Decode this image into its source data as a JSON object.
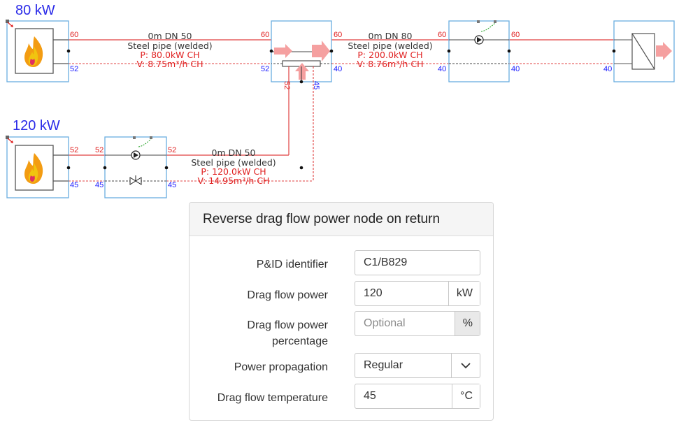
{
  "diagram": {
    "boiler1_power": "80 kW",
    "boiler2_power": "120 kW",
    "pipe1": {
      "length": "0m DN 50",
      "type": "Steel pipe (welded)",
      "power": "P: 80.0kW CH",
      "flow": "V: 8.75m³/h CH"
    },
    "pipe2": {
      "length": "0m DN 80",
      "type": "Steel pipe (welded)",
      "power": "P: 200.0kW CH",
      "flow": "V: 8.76m³/h CH"
    },
    "pipe3": {
      "length": "0m DN 50",
      "type": "Steel pipe (welded)",
      "power": "P: 120.0kW CH",
      "flow": "V: 14.95m³/h CH"
    },
    "ports": {
      "b1_supply": "60",
      "b1_return": "52",
      "hdr_in_supply": "60",
      "hdr_in_return": "52",
      "hdr_out_supply": "60",
      "hdr_out_return": "40",
      "hdr_bottom_supply": "52",
      "hdr_bottom_return": "45",
      "pump_in_supply": "60",
      "pump_in_return": "40",
      "pump_out_supply": "60",
      "pump_out_return": "40",
      "hx_return": "40",
      "b2_supply": "52",
      "b2_return": "45",
      "pump2_in_supply": "52",
      "pump2_in_return": "45",
      "pump2_out_supply": "52",
      "pump2_out_return": "45"
    }
  },
  "panel": {
    "title": "Reverse drag flow power node on return",
    "pid_label": "P&ID identifier",
    "pid_value": "C1/B829",
    "power_label": "Drag flow power",
    "power_value": "120",
    "power_unit": "kW",
    "pct_label_1": "Drag flow power",
    "pct_label_2": "percentage",
    "pct_placeholder": "Optional",
    "pct_unit": "%",
    "prop_label": "Power propagation",
    "prop_value": "Regular",
    "temp_label": "Drag flow temperature",
    "temp_value": "45",
    "temp_unit": "°C"
  },
  "colors": {
    "supply": "#e02020",
    "return": "#e02020",
    "component_border": "#6aaee0",
    "link": "#2a2ae8"
  }
}
